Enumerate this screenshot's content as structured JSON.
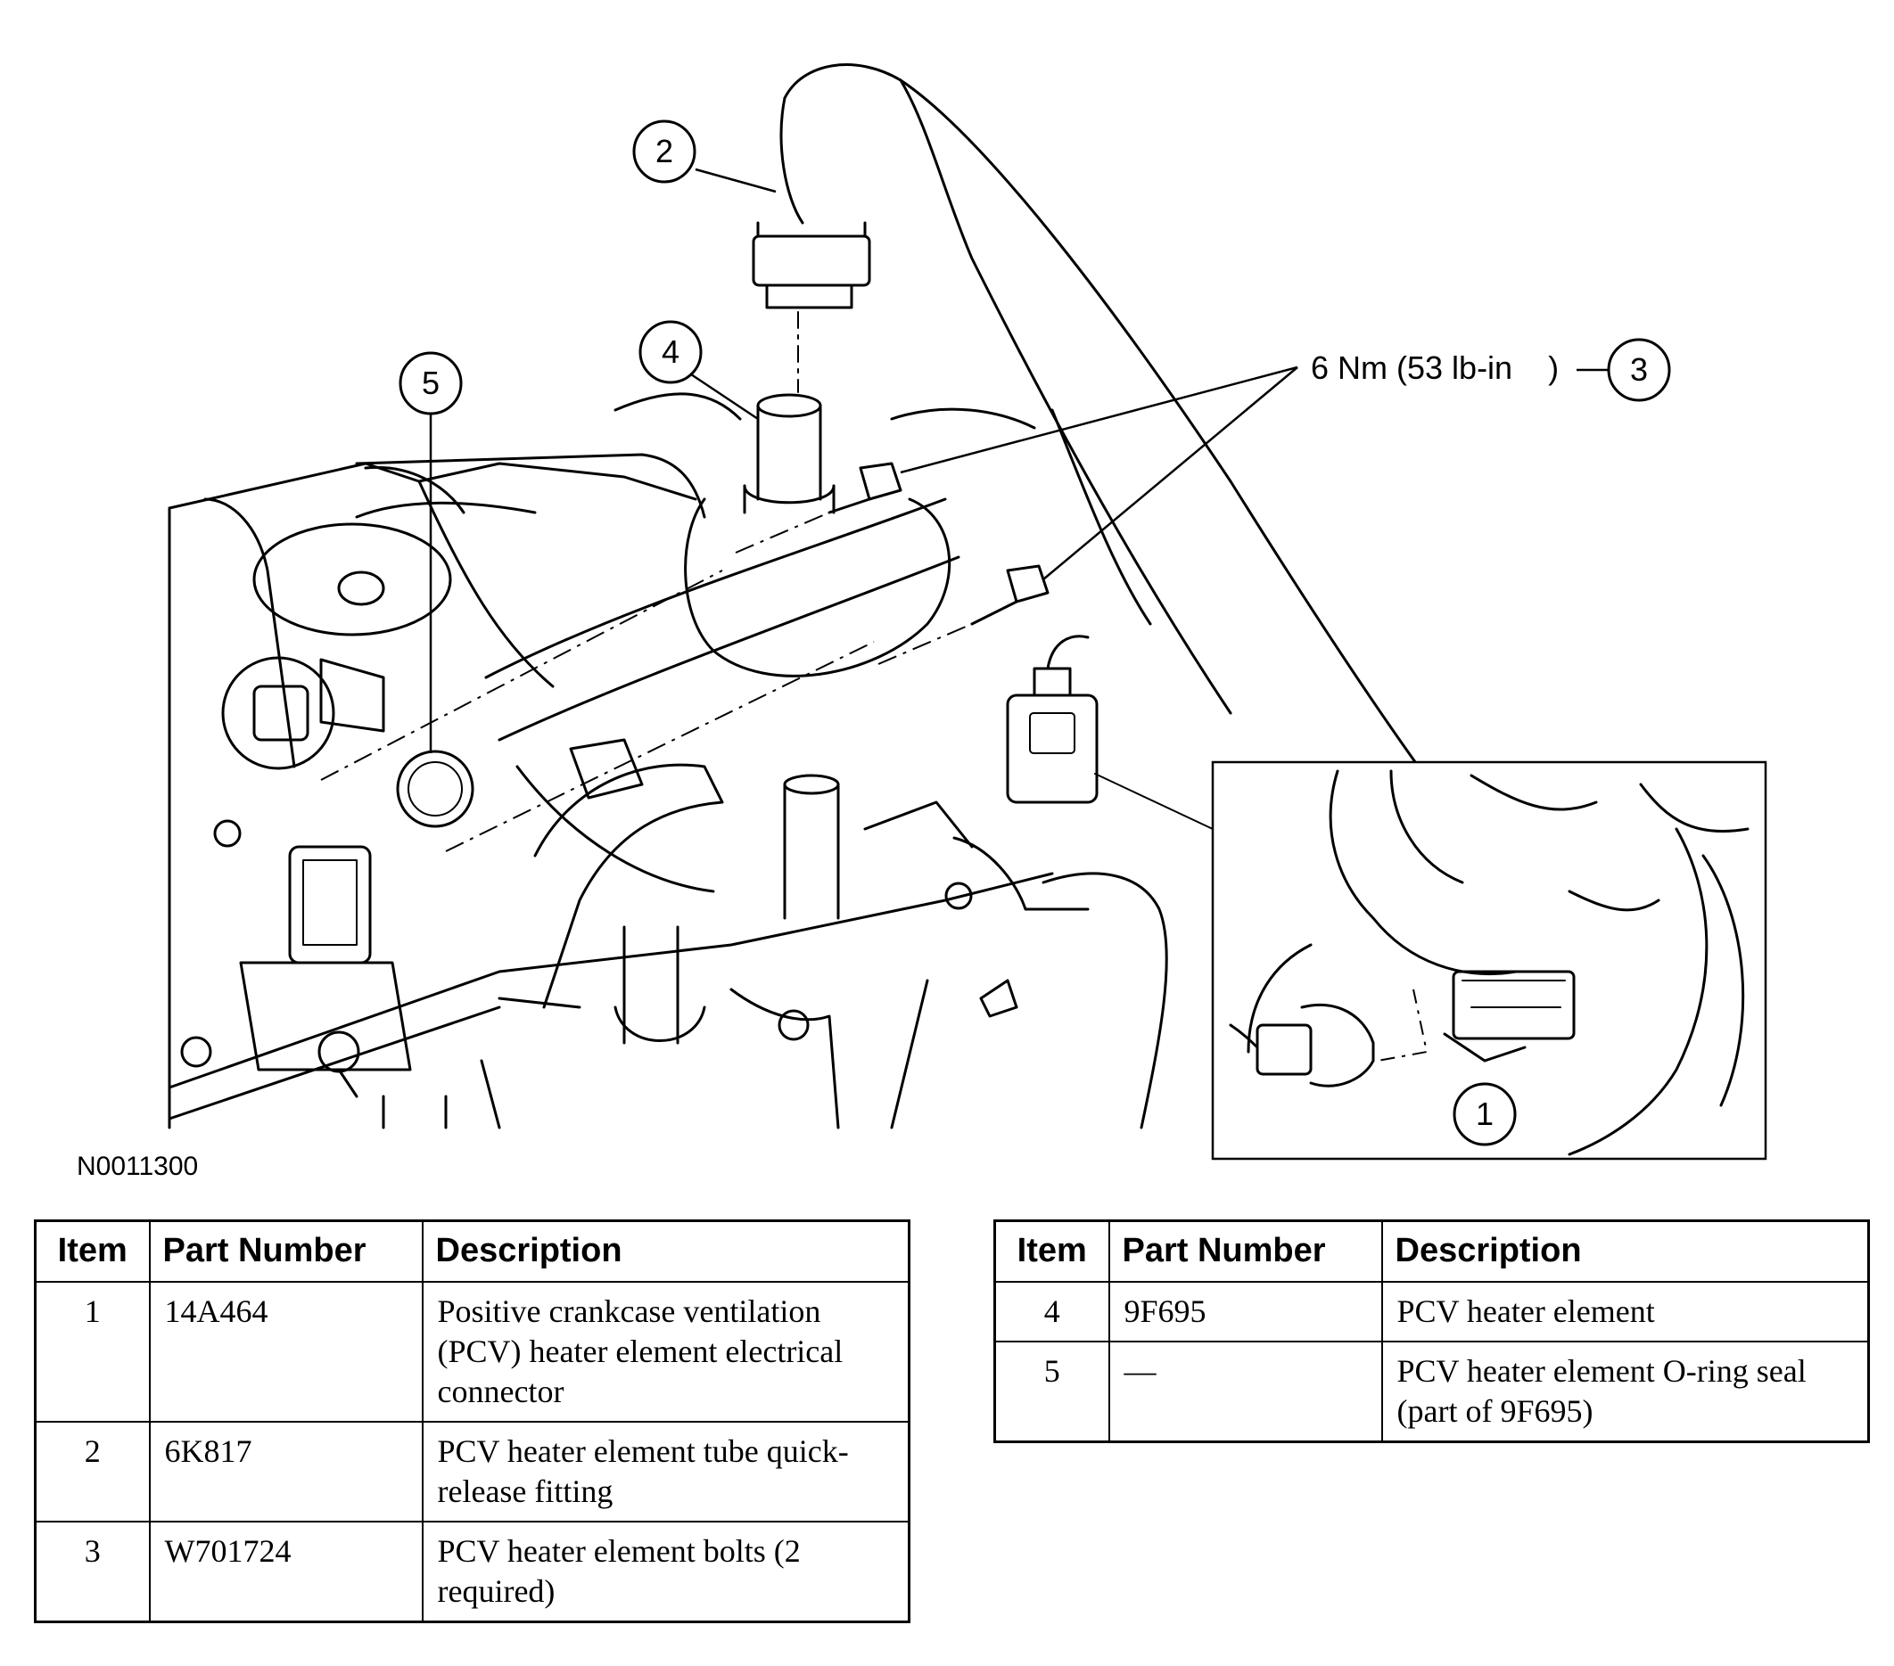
{
  "figure": {
    "reference_code": "N0011300",
    "callouts": [
      {
        "id": "1"
      },
      {
        "id": "2"
      },
      {
        "id": "3"
      },
      {
        "id": "4"
      },
      {
        "id": "5"
      }
    ],
    "torque_label": "6 Nm (53 lb-in    )"
  },
  "parts_table": {
    "headers": {
      "item": "Item",
      "part_number": "Part Number",
      "description": "Description"
    },
    "left_rows": [
      {
        "item": "1",
        "part_number": "14A464",
        "description": "Positive crankcase ventilation (PCV) heater element electrical connector"
      },
      {
        "item": "2",
        "part_number": "6K817",
        "description": "PCV heater element tube quick-release fitting"
      },
      {
        "item": "3",
        "part_number": "W701724",
        "description": "PCV heater element bolts (2 required)"
      }
    ],
    "right_rows": [
      {
        "item": "4",
        "part_number": "9F695",
        "description": "PCV heater element"
      },
      {
        "item": "5",
        "part_number": "—",
        "description": "PCV heater element O-ring seal (part of 9F695)"
      }
    ]
  }
}
